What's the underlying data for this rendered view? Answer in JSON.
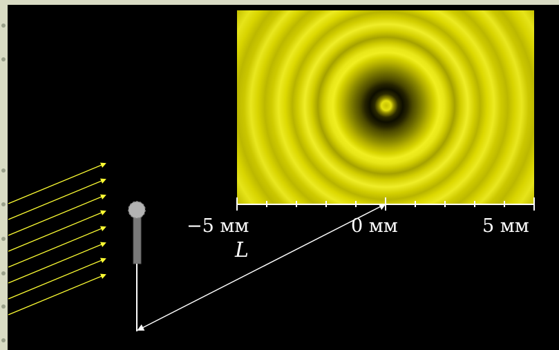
{
  "diagram": {
    "axis_ticks": [
      {
        "label": "−5 мм"
      },
      {
        "label": "0 мм"
      },
      {
        "label": "5 мм"
      }
    ],
    "distance_label": "L",
    "colors": {
      "background": "#000000",
      "light_rays": "#ffff33",
      "pattern_bright": "#f0ee20",
      "pattern_dark": "#0e0e00",
      "pin_head": "#b3b3b3",
      "pin_shaft": "#808080",
      "lines": "#ffffff"
    },
    "icons": [
      "incident-light-arrows",
      "obstacle-pin",
      "diffraction-pattern",
      "distance-arrow"
    ]
  }
}
